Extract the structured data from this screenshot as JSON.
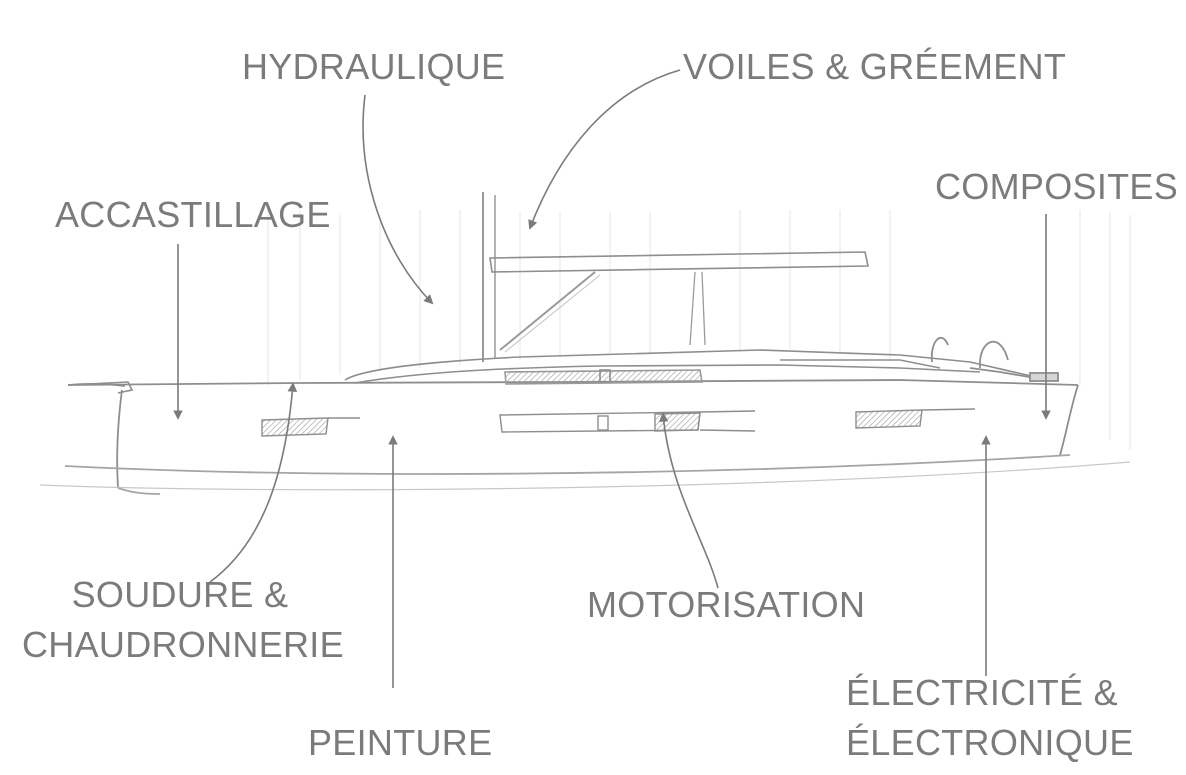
{
  "colors": {
    "label": "#7b7b7b",
    "arrow": "#7b7b7b",
    "sketch": "#b8b8b8",
    "sketch_dark": "#8e8e8e"
  },
  "labels": {
    "hydraulique": "HYDRAULIQUE",
    "voiles_greement": "VOILES & GRÉEMENT",
    "composites": "COMPOSITES",
    "accastillage": "ACCASTILLAGE",
    "soudure_line1": "SOUDURE &",
    "soudure_line2": "CHAUDRONNERIE",
    "motorisation": "MOTORISATION",
    "peinture": "PEINTURE",
    "electricite_line1": "ÉLECTRICITÉ &",
    "electricite_line2": "ÉLECTRONIQUE"
  },
  "illustration": {
    "subject": "sailboat-sketch"
  }
}
